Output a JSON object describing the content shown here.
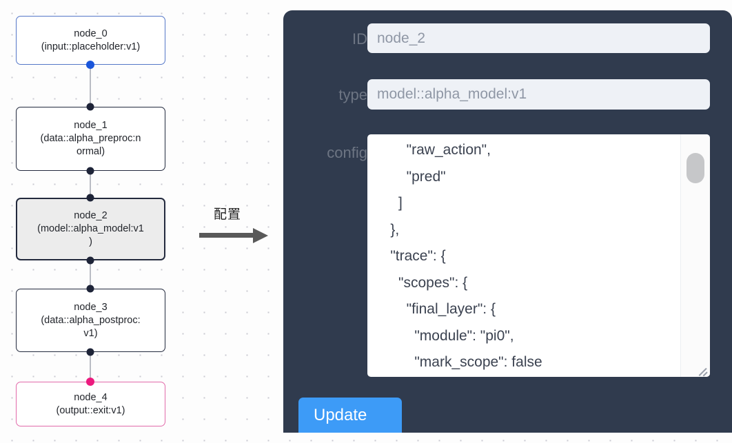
{
  "graph": {
    "nodes": [
      {
        "id": "node_0",
        "type": "(input::placeholder:v1)",
        "state": "source"
      },
      {
        "id": "node_1",
        "type_line1": "(data::alpha_preproc:n",
        "type_line2": "ormal)",
        "state": "normal"
      },
      {
        "id": "node_2",
        "type_line1": "(model::alpha_model:v1",
        "type_line2": ")",
        "state": "selected"
      },
      {
        "id": "node_3",
        "type_line1": "(data::alpha_postproc:",
        "type_line2": "v1)",
        "state": "normal"
      },
      {
        "id": "node_4",
        "type": "(output::exit:v1)",
        "state": "sink"
      }
    ],
    "colors": {
      "source_border": "#5477c8",
      "source_handle": "#1a56db",
      "default_border": "#22293d",
      "default_handle": "#1e2438",
      "sink_border": "#e26aaa",
      "sink_handle": "#ec1a7e",
      "selected_fill": "#ececec",
      "edge": "#b9bcc4"
    }
  },
  "annotation": {
    "caption": "配置",
    "arrow_color": "#595959"
  },
  "panel": {
    "background": "#303b4e",
    "fields": {
      "id": {
        "label": "ID",
        "value": "node_2"
      },
      "type": {
        "label": "type",
        "value": "model::alpha_model:v1"
      },
      "config": {
        "label": "config",
        "value": "        \"raw_action\",\n        \"pred\"\n      ]\n    },\n    \"trace\": {\n      \"scopes\": {\n        \"final_layer\": {\n          \"module\": \"pi0\",\n          \"mark_scope\": false\n        },\n        \"action_model\": {"
      }
    },
    "update_button": {
      "label": "Update",
      "color": "#3d9bf7"
    }
  }
}
